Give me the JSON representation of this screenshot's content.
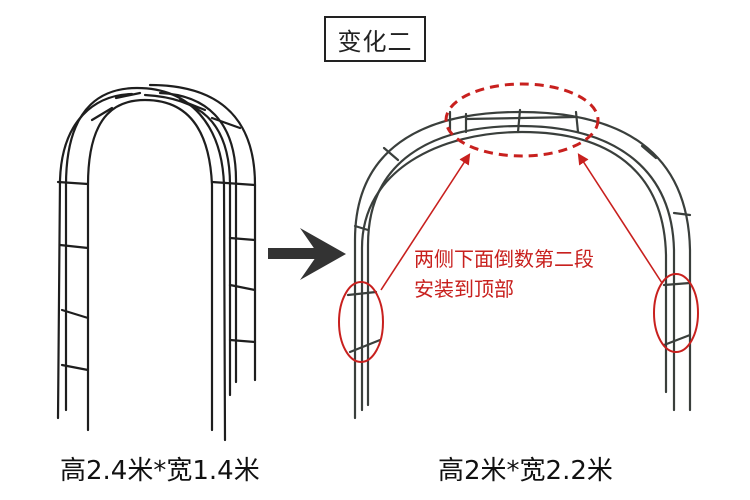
{
  "title": "变化二",
  "left_caption": "高2.4米*宽1.4米",
  "right_caption": "高2米*宽2.2米",
  "note": {
    "line1": "两侧下面倒数第二段",
    "line2": "安装到顶部"
  },
  "colors": {
    "frame": "#1e1e1e",
    "frame_right": "#3a3f3c",
    "accent_red": "#c8201e",
    "arrow": "#333333"
  },
  "icons": {
    "arrow": "right-arrow-icon",
    "highlight": "dashed-ellipse-icon"
  }
}
